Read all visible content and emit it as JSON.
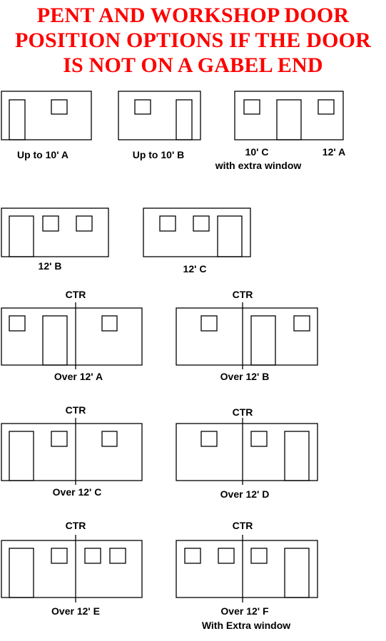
{
  "title_lines": [
    "PENT AND WORKSHOP DOOR",
    "POSITION OPTIONS IF THE DOOR",
    "IS NOT ON A GABEL END"
  ],
  "center_label": "CTR",
  "options": [
    {
      "label": "Up to 10' A"
    },
    {
      "label": "Up to 10' B"
    },
    {
      "label": "10' C",
      "sublabel": "with extra window"
    },
    {
      "label": "12' A"
    },
    {
      "label": "12' B"
    },
    {
      "label": "12' C"
    },
    {
      "label": "Over 12' A"
    },
    {
      "label": "Over 12' B"
    },
    {
      "label": "Over 12' C"
    },
    {
      "label": "Over 12' D"
    },
    {
      "label": "Over 12' E"
    },
    {
      "label": "Over 12' F",
      "sublabel": "With Extra window"
    }
  ]
}
